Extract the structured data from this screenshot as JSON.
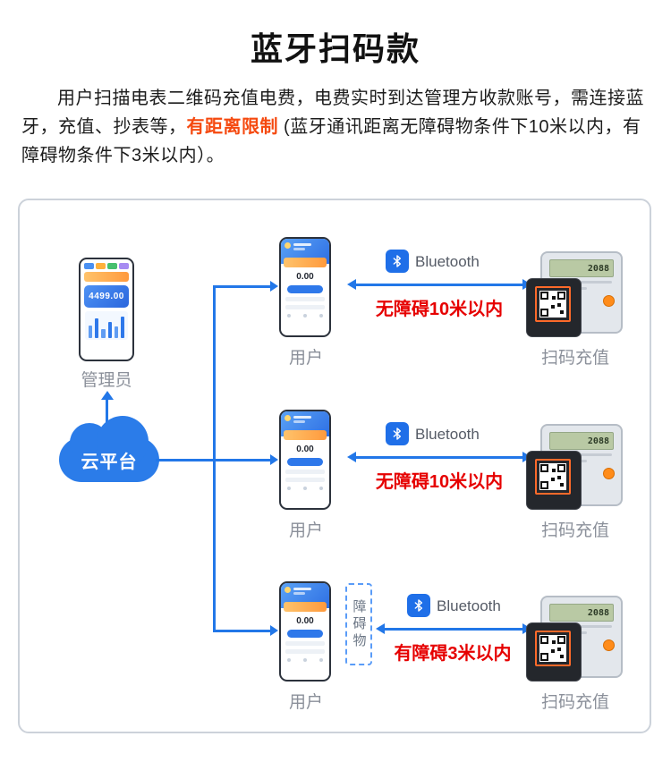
{
  "page": {
    "title": "蓝牙扫码款",
    "intro": {
      "part1": "用户扫描电表二维码充值电费，电费实时到达管理方收款账号，需连接蓝牙，充值、抄表等，",
      "highlight": "有距离限制",
      "part2": " (蓝牙通讯距离无障碍物条件下10米以内，有障碍物条件下3米以内）。"
    }
  },
  "diagram": {
    "admin": {
      "label": "管理员",
      "balance": "4499.00"
    },
    "cloud_label": "云平台",
    "rows": [
      {
        "user_label": "用户",
        "user_balance": "0.00",
        "bluetooth_label": "Bluetooth",
        "distance_text": "无障碍10米以内",
        "meter_label": "扫码充值",
        "meter_display": "2088"
      },
      {
        "user_label": "用户",
        "user_balance": "0.00",
        "bluetooth_label": "Bluetooth",
        "distance_text": "无障碍10米以内",
        "meter_label": "扫码充值",
        "meter_display": "2088"
      },
      {
        "user_label": "用户",
        "user_balance": "0.00",
        "bluetooth_label": "Bluetooth",
        "distance_text": "有障碍3米以内",
        "meter_label": "扫码充值",
        "meter_display": "2088",
        "obstacle_label": "障碍物"
      }
    ],
    "colors": {
      "accent_blue": "#2277e8",
      "distance_red": "#e60000",
      "highlight_red": "#f5490f",
      "gray_label": "#8b909a"
    }
  }
}
